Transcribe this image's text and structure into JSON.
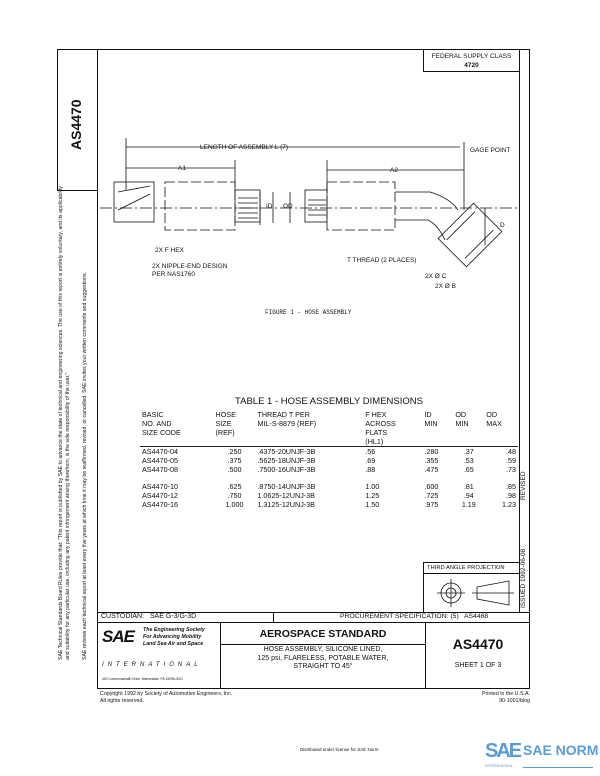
{
  "document_id": "AS4470",
  "federal_supply_class": {
    "label": "FEDERAL SUPPLY CLASS",
    "value": "4720"
  },
  "side_notes": [
    "SAE Technical Standards Board Rules provide that: \"This report is published by SAE to advance the state of technical and engineering sciences. The use of this report is entirely voluntary, and its applicability and suitability for any particular use, including any patent infringement arising therefrom, is the sole responsibility of the user.\"",
    "SAE reviews each technical report at least every five years at which time it may be reaffirmed, revised, or cancelled. SAE invites your written comments and suggestions."
  ],
  "figure": {
    "caption": "FIGURE 1 - HOSE ASSEMBLY",
    "labels": {
      "length": "LENGTH OF ASSEMBLY L (7)",
      "gage_point": "GAGE POINT",
      "a1": "A1",
      "a2": "A2",
      "id": "ID",
      "od": "OD",
      "d": "D",
      "hex": "2X F HEX",
      "nipple": "2X NIPPLE-END DESIGN",
      "nipple_ref": "PER NAS1760",
      "thread": "T THREAD (2 PLACES)",
      "dia_c": "2X Ø C",
      "dia_b": "2X Ø B"
    }
  },
  "table": {
    "title": "TABLE 1 - HOSE ASSEMBLY DIMENSIONS",
    "headers": [
      "BASIC\nNO. AND\nSIZE CODE",
      "HOSE\nSIZE\n(REF)",
      "THREAD T PER\nMIL-S-8879 (REF)",
      "F HEX\nACROSS\nFLATS\n(HL1)",
      "ID\nMIN",
      "OD\nMIN",
      "OD\nMAX"
    ],
    "rows": [
      [
        "AS4470-04",
        ".250",
        ".4375-20UNJF-3B",
        ".56",
        ".280",
        ".37",
        ".48"
      ],
      [
        "AS4470-05",
        ".375",
        ".5625-18UNJF-3B",
        ".69",
        ".355",
        ".53",
        ".59"
      ],
      [
        "AS4470-08",
        ".500",
        ".7500-16UNJF-3B",
        ".88",
        ".475",
        ".65",
        ".73"
      ],
      [
        "AS4470-10",
        ".625",
        ".8750-14UNJF-3B",
        "1.00",
        ".600",
        ".81",
        ".85"
      ],
      [
        "AS4470-12",
        ".750",
        "1.0625-12UNJ-3B",
        "1.25",
        ".725",
        ".94",
        ".98"
      ],
      [
        "AS4470-16",
        "1.000",
        "1.3125-12UNJ-3B",
        "1.50",
        ".975",
        "1.19",
        "1.23"
      ]
    ]
  },
  "revision_strip": {
    "revised": "REVISED",
    "issued": "ISSUED 1992-06-08"
  },
  "projection": {
    "label": "THIRD ANGLE PROJECTION"
  },
  "title_block": {
    "custodian": "CUSTODIAN:   SAE G-3/G-3D",
    "procurement": "PROCUREMENT SPECIFICATION: (5)   AS4468",
    "sae_logo": "SAE",
    "sae_tagline": [
      "The Engineering Society",
      "For Advancing Mobility",
      "Land Sea Air and Space"
    ],
    "sae_international": "INTERNATIONAL",
    "sae_address": "400 Commonwealth Drive, Warrendale, PA 15096-0001",
    "standard_type": "AEROSPACE STANDARD",
    "title_lines": [
      "HOSE ASSEMBLY, SILICONE LINED,",
      "125 psi, FLARELESS, POTABLE WATER,",
      "STRAIGHT TO 45°"
    ],
    "number": "AS4470",
    "sheet": "SHEET 1 OF 3"
  },
  "footer": {
    "copyright": "Copyright 1992 by Society of Automotive Engineers, Inc.",
    "rights": "All rights reserved.",
    "printed": "Printed in the U.S.A.",
    "code": "90-1001/blog"
  },
  "bottom_note": "Distributed under license for SAE Norm",
  "watermark": {
    "logo": "SAE",
    "logo_sub": "INTERNATIONAL",
    "text": "SAE NORM",
    "color": "#5b9bd5"
  }
}
